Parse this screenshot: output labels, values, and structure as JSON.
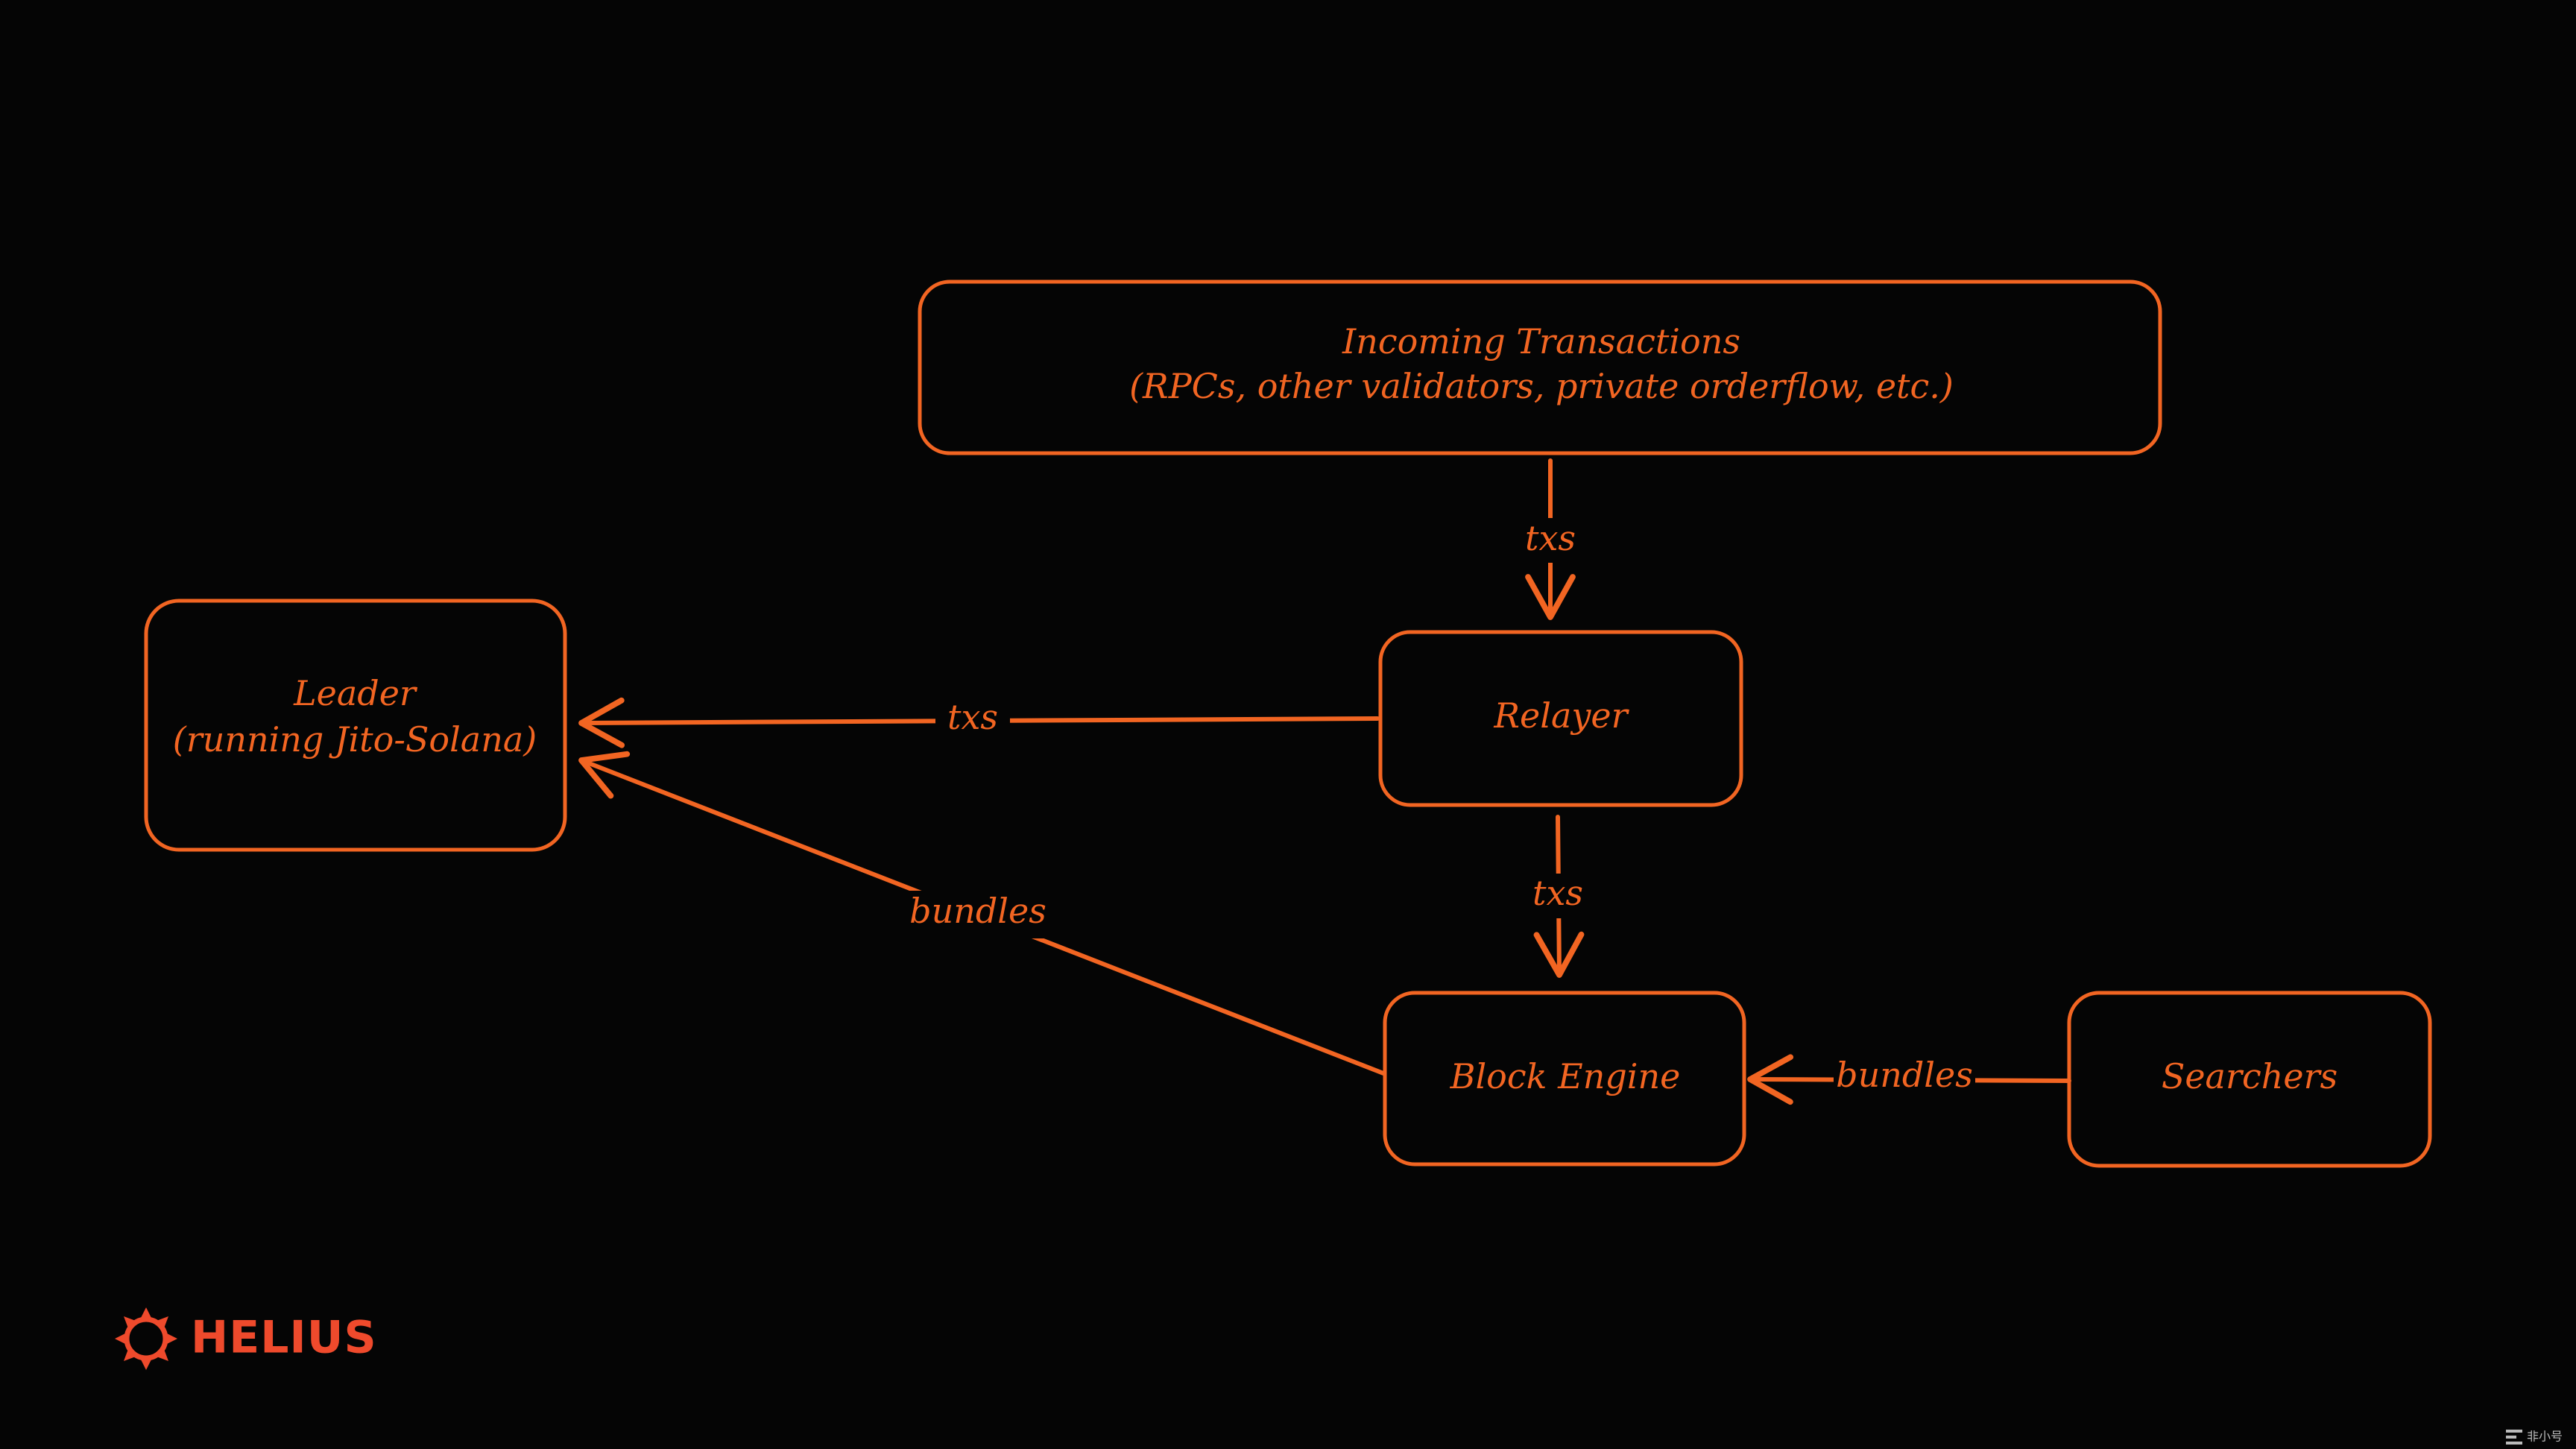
{
  "nodes": {
    "incoming": {
      "line1": "Incoming Transactions",
      "line2": "(RPCs, other validators, private orderflow, etc.)"
    },
    "leader": {
      "line1": "Leader",
      "line2": "(running Jito-Solana)"
    },
    "relayer": {
      "line1": "Relayer"
    },
    "block_engine": {
      "line1": "Block Engine"
    },
    "searchers": {
      "line1": "Searchers"
    }
  },
  "edges": {
    "incoming_to_relayer": "txs",
    "relayer_to_leader": "txs",
    "relayer_to_block_engine": "txs",
    "block_engine_to_leader": "bundles",
    "searchers_to_block_engine": "bundles"
  },
  "logo": {
    "icon": "helius-logo-icon",
    "text": "HELIUS"
  },
  "watermark": {
    "icon": "watermark-icon",
    "text": "非小号"
  },
  "colors": {
    "background": "#050505",
    "accent": "#f26522",
    "logo": "#ef4a2c"
  }
}
